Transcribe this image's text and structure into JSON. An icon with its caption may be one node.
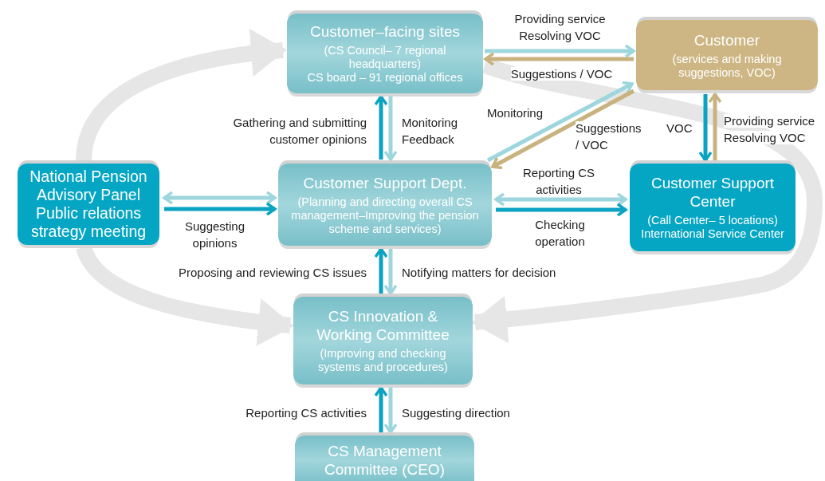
{
  "diagram": {
    "nodes": [
      {
        "text": [
          "Customer–facing sites",
          "(CS Council– 7 regional headquarters)",
          "CS board – 91 regional offices"
        ]
      },
      {
        "text": [
          "Customer",
          "(services and making suggestions, VOC)"
        ]
      },
      {
        "text": [
          "National Pension Advisory Panel",
          "Public relations strategy meeting"
        ]
      },
      {
        "text": [
          "Customer Support Dept.",
          "(Planning and directing overall CS management–Improving the pension scheme and services)"
        ]
      },
      {
        "text": [
          "Customer Support Center",
          "(Call Center– 5 locations)",
          "International Service Center"
        ]
      },
      {
        "text": [
          "CS Innovation & Working Committee",
          "(Improving and checking systems and procedures)"
        ]
      },
      {
        "text": [
          "CS Management Committee (CEO)"
        ]
      }
    ],
    "edges": [
      {
        "from": 0,
        "to": 1,
        "arrow": "to",
        "label": "Providing service Resolving VOC"
      },
      {
        "from": 1,
        "to": 0,
        "arrow": "to",
        "label": "Suggestions / VOC",
        "color": "#c8b27e"
      },
      {
        "from": 3,
        "to": 0,
        "arrow": "to",
        "label": "Gathering and submitting customer opinions",
        "color": "#0aa3c2"
      },
      {
        "from": 0,
        "to": 3,
        "arrow": "to",
        "label": "Monitoring Feedback"
      },
      {
        "from": 3,
        "to": 1,
        "arrow": "to",
        "label": "Monitoring"
      },
      {
        "from": 1,
        "to": 3,
        "arrow": "to",
        "label": "Suggestions / VOC",
        "color": "#c8b27e"
      },
      {
        "from": 1,
        "to": 4,
        "arrow": "to",
        "label": "VOC",
        "color": "#0aa3c2"
      },
      {
        "from": 4,
        "to": 1,
        "arrow": "to",
        "label": "Providing service Resolving VOC",
        "color": "#c8b27e"
      },
      {
        "from": 2,
        "to": 3,
        "arrow": "both"
      },
      {
        "from": 2,
        "to": 3,
        "arrow": "to",
        "label": "Suggesting opinions",
        "color": "#0aa3c2"
      },
      {
        "from": 3,
        "to": 4,
        "arrow": "both",
        "label": "Reporting CS activities"
      },
      {
        "from": 3,
        "to": 4,
        "arrow": "to",
        "label": "Checking operation",
        "color": "#0aa3c2"
      },
      {
        "from": 5,
        "to": 3,
        "arrow": "to",
        "label": "Proposing and reviewing CS issues",
        "color": "#0aa3c2"
      },
      {
        "from": 3,
        "to": 5,
        "arrow": "to",
        "label": "Notifying matters for decision"
      },
      {
        "from": 6,
        "to": 5,
        "arrow": "to",
        "label": "Reporting CS activities",
        "color": "#0aa3c2"
      },
      {
        "from": 5,
        "to": 6,
        "arrow": "to",
        "label": "Suggesting direction"
      },
      {
        "from": 2,
        "to": 0,
        "arrow": "to",
        "style": "thick",
        "color": "#e6e6e6"
      },
      {
        "from": 2,
        "to": 5,
        "arrow": "to",
        "style": "thick",
        "color": "#e6e6e6"
      },
      {
        "from": 0,
        "to": 5,
        "arrow": "to",
        "style": "thick",
        "color": "#e6e6e6"
      }
    ]
  }
}
